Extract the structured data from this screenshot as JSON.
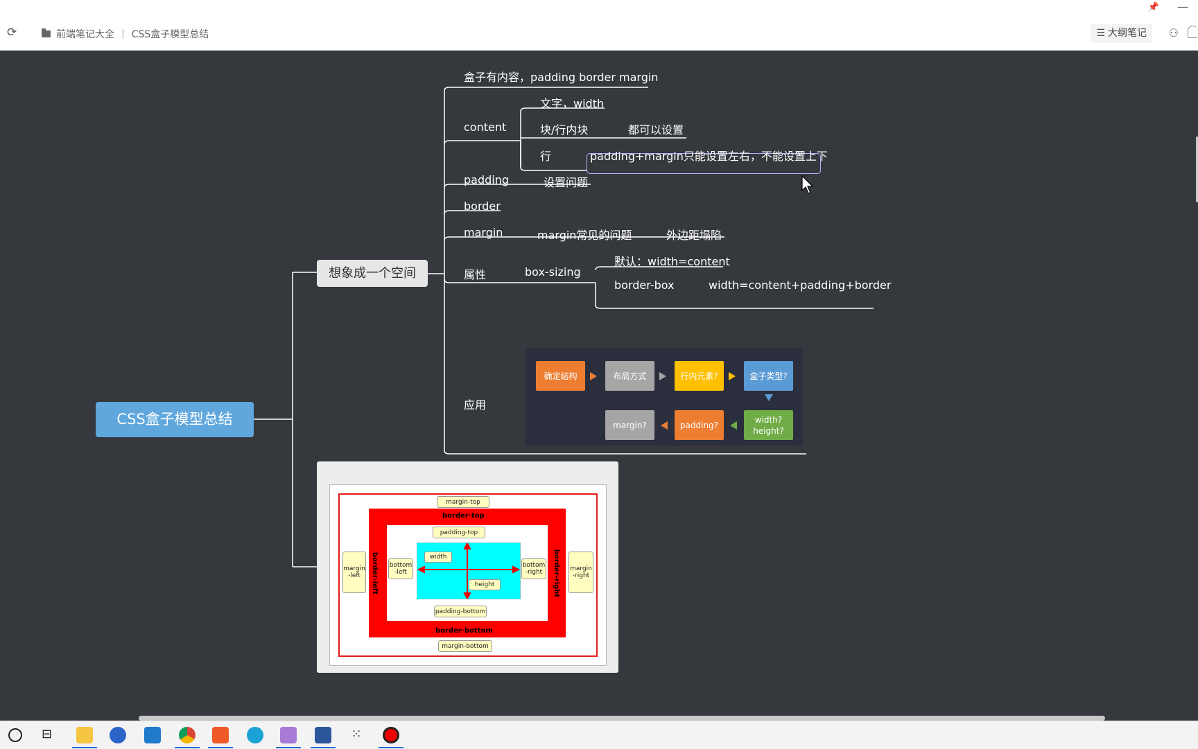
{
  "app": {
    "breadcrumb": [
      "前端笔记大全",
      "CSS盒子模型总结"
    ],
    "outline_label": "大纲笔记"
  },
  "mindmap": {
    "root": "CSS盒子模型总结",
    "branch": "想象成一个空间",
    "summary": "盒子有内容，padding border margin",
    "content": {
      "label": "content",
      "text_width": "文字，width",
      "block": "块/行内块",
      "block_note": "都可以设置",
      "inline": "行",
      "inline_note": "padding+margin只能设置左右，不能设置上下"
    },
    "padding": {
      "label": "padding",
      "note": "设置问题"
    },
    "border": {
      "label": "border"
    },
    "margin": {
      "label": "margin",
      "problem": "margin常见的问题",
      "collapse": "外边距塌陷"
    },
    "attr": {
      "label": "属性",
      "box_sizing": "box-sizing",
      "default": "默认：width=content",
      "border_box": "border-box",
      "border_box_note": "width=content+padding+border"
    },
    "apply": "应用"
  },
  "flowchart": {
    "steps_row1": [
      "确定结构",
      "布局方式",
      "行内元素?",
      "盒子类型?"
    ],
    "steps_row2": [
      "margin?",
      "padding?",
      "width?\nheight?"
    ],
    "colors": [
      "#ed7d31",
      "#a5a5a5",
      "#ffc000",
      "#5b9bd5",
      "#70ad47"
    ]
  },
  "boxmodel_image": {
    "margin_top": "margin-top",
    "border_top": "border-top",
    "padding_top": "padding-top",
    "width": "width",
    "height": "height",
    "margin_left": "margin\n-left",
    "border_left": "border-left",
    "bottom_left": "bottom\n-left",
    "bottom_right": "bottom\n-right",
    "border_right": "border-right",
    "margin_right": "margin\n-right",
    "padding_bottom": "padding-bottom",
    "border_bottom": "border-bottom",
    "margin_bottom": "margin-bottom"
  }
}
